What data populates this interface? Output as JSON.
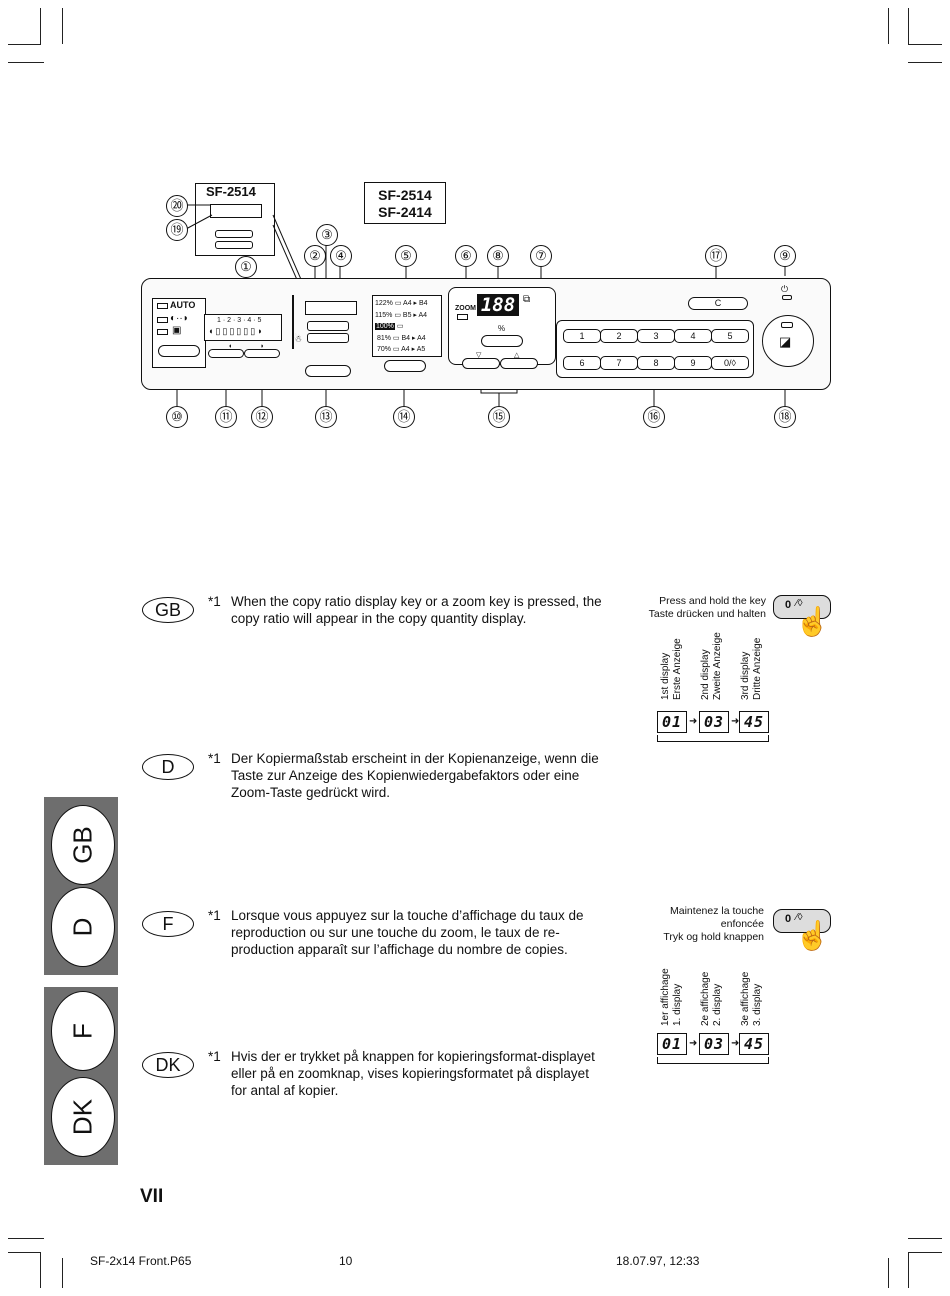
{
  "diagram": {
    "model_box_left": "SF-2514",
    "model_box_center": [
      "SF-2514",
      "SF-2414"
    ],
    "callouts_top": [
      "⑳",
      "⑲",
      "③",
      "①",
      "②",
      "④",
      "⑤",
      "⑥",
      "⑧",
      "⑦",
      "⑰",
      "⑨"
    ],
    "callouts_bottom": [
      "⑩",
      "⑪",
      "⑫",
      "⑬",
      "⑭",
      "⑮",
      "⑯",
      "⑱"
    ],
    "panel": {
      "auto_label": "AUTO",
      "density_scale": "1 · 2 · 3 · 4 · 5",
      "ratios": [
        {
          "ratio": "122%",
          "from": "A4",
          "to": "B4"
        },
        {
          "ratio": "115%",
          "from": "B5",
          "to": "A4"
        },
        {
          "ratio": "100%",
          "from": "",
          "to": ""
        },
        {
          "ratio": "81%",
          "from": "B4",
          "to": "A4"
        },
        {
          "ratio": "70%",
          "from": "A4",
          "to": "A5"
        }
      ],
      "zoom_label": "ZOOM",
      "display_digits": "188",
      "percent_label": "%",
      "clear_label": "C",
      "keypad_row1": [
        "1",
        "2",
        "3",
        "4",
        "5"
      ],
      "keypad_row2": [
        "6",
        "7",
        "8",
        "9",
        "0/◊"
      ]
    }
  },
  "languages": {
    "gb": {
      "code": "GB",
      "mark": "*1",
      "text": "When the copy ratio display key or a zoom key is pressed, the copy ratio will appear in the copy quantity display."
    },
    "d": {
      "code": "D",
      "mark": "*1",
      "text": "Der Kopiermaßstab erscheint in der Kopienanzeige, wenn die Taste zur Anzeige des Kopienwiedergabefaktors oder eine Zoom-Taste gedrückt wird."
    },
    "f": {
      "code": "F",
      "mark": "*1",
      "text": "Lorsque vous appuyez sur la touche d’affichage du taux de reproduction ou sur une touche du zoom, le taux de re-production apparaît sur l’affichage du nombre de copies."
    },
    "dk": {
      "code": "DK",
      "mark": "*1",
      "text": "Hvis der er trykket på knappen for kopieringsformat-displayet eller på en zoomknap, vises kopieringsformatet på displayet for antal af kopier."
    }
  },
  "side_figure_top": {
    "instruction_lines": [
      "Press and hold the key",
      "Taste drücken und halten"
    ],
    "key_label": "0",
    "display_labels": [
      [
        "1st display",
        "Erste Anzeige"
      ],
      [
        "2nd display",
        "Zweite Anzeige"
      ],
      [
        "3rd display",
        "Dritte Anzeige"
      ]
    ],
    "displays": [
      "01",
      "03",
      "45"
    ]
  },
  "side_figure_bottom": {
    "instruction_lines": [
      "Maintenez la touche",
      "enfoncée",
      "Tryk og hold knappen"
    ],
    "key_label": "0",
    "display_labels": [
      [
        "1er affichage",
        "1. display"
      ],
      [
        "2e affichage",
        "2. display"
      ],
      [
        "3e affichage",
        "3. display"
      ]
    ],
    "displays": [
      "01",
      "03",
      "45"
    ]
  },
  "tabs": {
    "upper": [
      "GB",
      "D"
    ],
    "lower": [
      "F",
      "DK"
    ]
  },
  "page_number": "VII",
  "footer": {
    "file": "SF-2x14 Front.P65",
    "page": "10",
    "timestamp": "18.07.97, 12:33"
  }
}
